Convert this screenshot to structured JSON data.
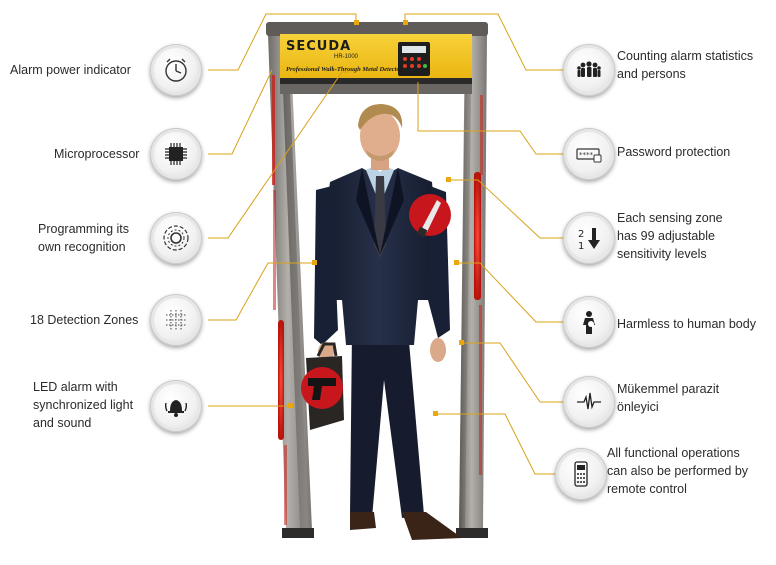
{
  "brand": {
    "name": "SECUDA",
    "sub": "HR-1000",
    "tagline": "Professional Walk-Through Metal Detector",
    "panel_text": "SECUDA"
  },
  "features_left": [
    {
      "id": "alarm-power",
      "icon": "clock-icon",
      "lines": [
        "Alarm power indicator"
      ]
    },
    {
      "id": "microprocessor",
      "icon": "chip-icon",
      "lines": [
        "Microprocessor"
      ]
    },
    {
      "id": "programming",
      "icon": "gear-cycle-icon",
      "lines": [
        "Programming its",
        "own recognition"
      ]
    },
    {
      "id": "detection-zones",
      "icon": "zones-grid-icon",
      "lines": [
        "18 Detection Zones"
      ]
    },
    {
      "id": "led-alarm",
      "icon": "bell-icon",
      "lines": [
        "LED alarm with",
        "synchronized light",
        "and sound"
      ]
    }
  ],
  "features_right": [
    {
      "id": "counting",
      "icon": "people-icon",
      "lines": [
        "Counting alarm statistics",
        "and persons"
      ]
    },
    {
      "id": "password",
      "icon": "password-icon",
      "lines": [
        "Password protection"
      ]
    },
    {
      "id": "sensitivity",
      "icon": "sensitivity-arrow-icon",
      "lines": [
        "Each sensing zone",
        "has 99 adjustable",
        "sensitivity levels"
      ]
    },
    {
      "id": "harmless",
      "icon": "pregnant-woman-icon",
      "lines": [
        "Harmless to human body"
      ]
    },
    {
      "id": "interference",
      "icon": "signal-wave-icon",
      "lines": [
        "Mükemmel parazit",
        "önleyici"
      ]
    },
    {
      "id": "remote",
      "icon": "remote-control-icon",
      "lines": [
        "All functional operations",
        "can also be performed by",
        "remote control"
      ]
    }
  ],
  "sensitivity_digits": [
    "2",
    "1"
  ],
  "colors": {
    "frame_yellow": "#f2c21a",
    "pillar": "#8e8a86",
    "led_red": "#e0251b",
    "leader_line": "#d9a21a",
    "suit": "#1d2438",
    "weapon_badge": "#c8161d"
  }
}
